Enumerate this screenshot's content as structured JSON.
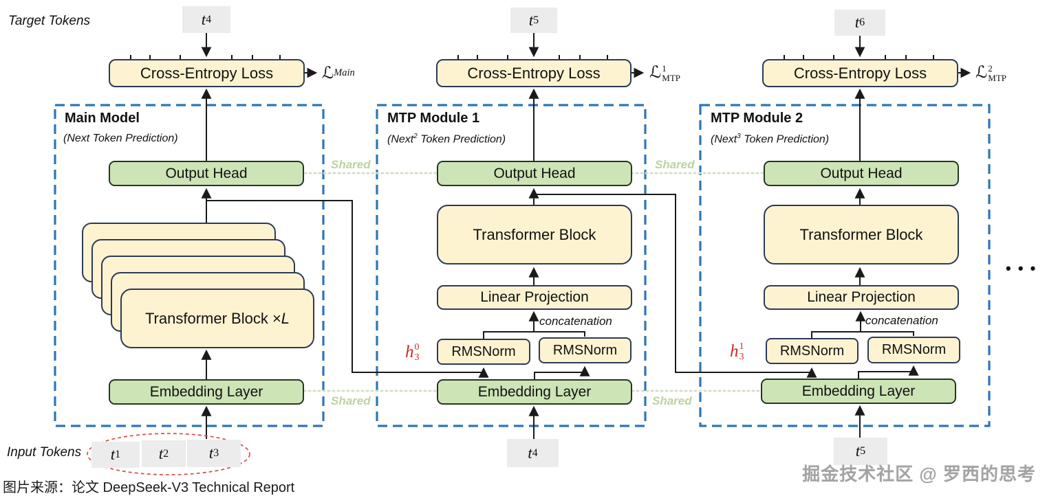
{
  "labels": {
    "target_tokens": "Target Tokens",
    "input_tokens": "Input Tokens",
    "shared": "Shared",
    "concatenation": "concatenation",
    "ellipsis": "• • •",
    "caption": "图片来源：论文 DeepSeek-V3 Technical Report",
    "watermark": "掘金技术社区 @ 罗西的思考"
  },
  "tokens": {
    "t4_top": "<i>t</i><sub>4</sub>",
    "t5_top": "<i>t</i><sub>5</sub>",
    "t6_top": "<i>t</i><sub>6</sub>",
    "t1": "<i>t</i><sub>1</sub>",
    "t2": "<i>t</i><sub>2</sub>",
    "t3": "<i>t</i><sub>3</sub>",
    "t4_bottom": "<i>t</i><sub>4</sub>",
    "t5_bottom": "<i>t</i><sub>5</sub>"
  },
  "losses": {
    "main": "ℒ<sub><i>Main</i></sub>",
    "mtp1": "ℒ<span class='ss'><sup>1</sup><sub>MTP</sub></span>",
    "mtp2": "ℒ<span class='ss'><sup>2</sup><sub>MTP</sub></span>"
  },
  "modules": {
    "main": {
      "title": "Main Model",
      "subtitle": "(Next Token Prediction)",
      "cross_entropy": "Cross-Entropy Loss",
      "output_head": "Output Head",
      "stack_label": "Transformer Block × <i>L</i>",
      "embedding": "Embedding Layer"
    },
    "mtp1": {
      "title": "MTP Module 1",
      "subtitle": "(Next<sup>2</sup> Token Prediction)",
      "cross_entropy": "Cross-Entropy Loss",
      "output_head": "Output Head",
      "transformer_block": "Transformer Block",
      "linear_projection": "Linear Projection",
      "rmsnorm": "RMSNorm",
      "embedding": "Embedding Layer",
      "h_label": "<i>h</i><span class='ss'><sup>0</sup><sub>3</sub></span>"
    },
    "mtp2": {
      "title": "MTP Module 2",
      "subtitle": "(Next<sup>3</sup> Token Prediction)",
      "cross_entropy": "Cross-Entropy Loss",
      "output_head": "Output Head",
      "transformer_block": "Transformer Block",
      "linear_projection": "Linear Projection",
      "rmsnorm": "RMSNorm",
      "embedding": "Embedding Layer",
      "h_label": "<i>h</i><span class='ss'><sup>1</sup><sub>3</sub></span>"
    }
  },
  "colors": {
    "module_border": "#2e75b6",
    "box_yellow": "#fdf3d1",
    "box_green": "#cde4b6",
    "token_gray": "#ececec",
    "shared_green": "#bcd39e",
    "h_red": "#d12727",
    "ellipse_red": "#d9534f",
    "line_black": "#1a1a1a"
  }
}
